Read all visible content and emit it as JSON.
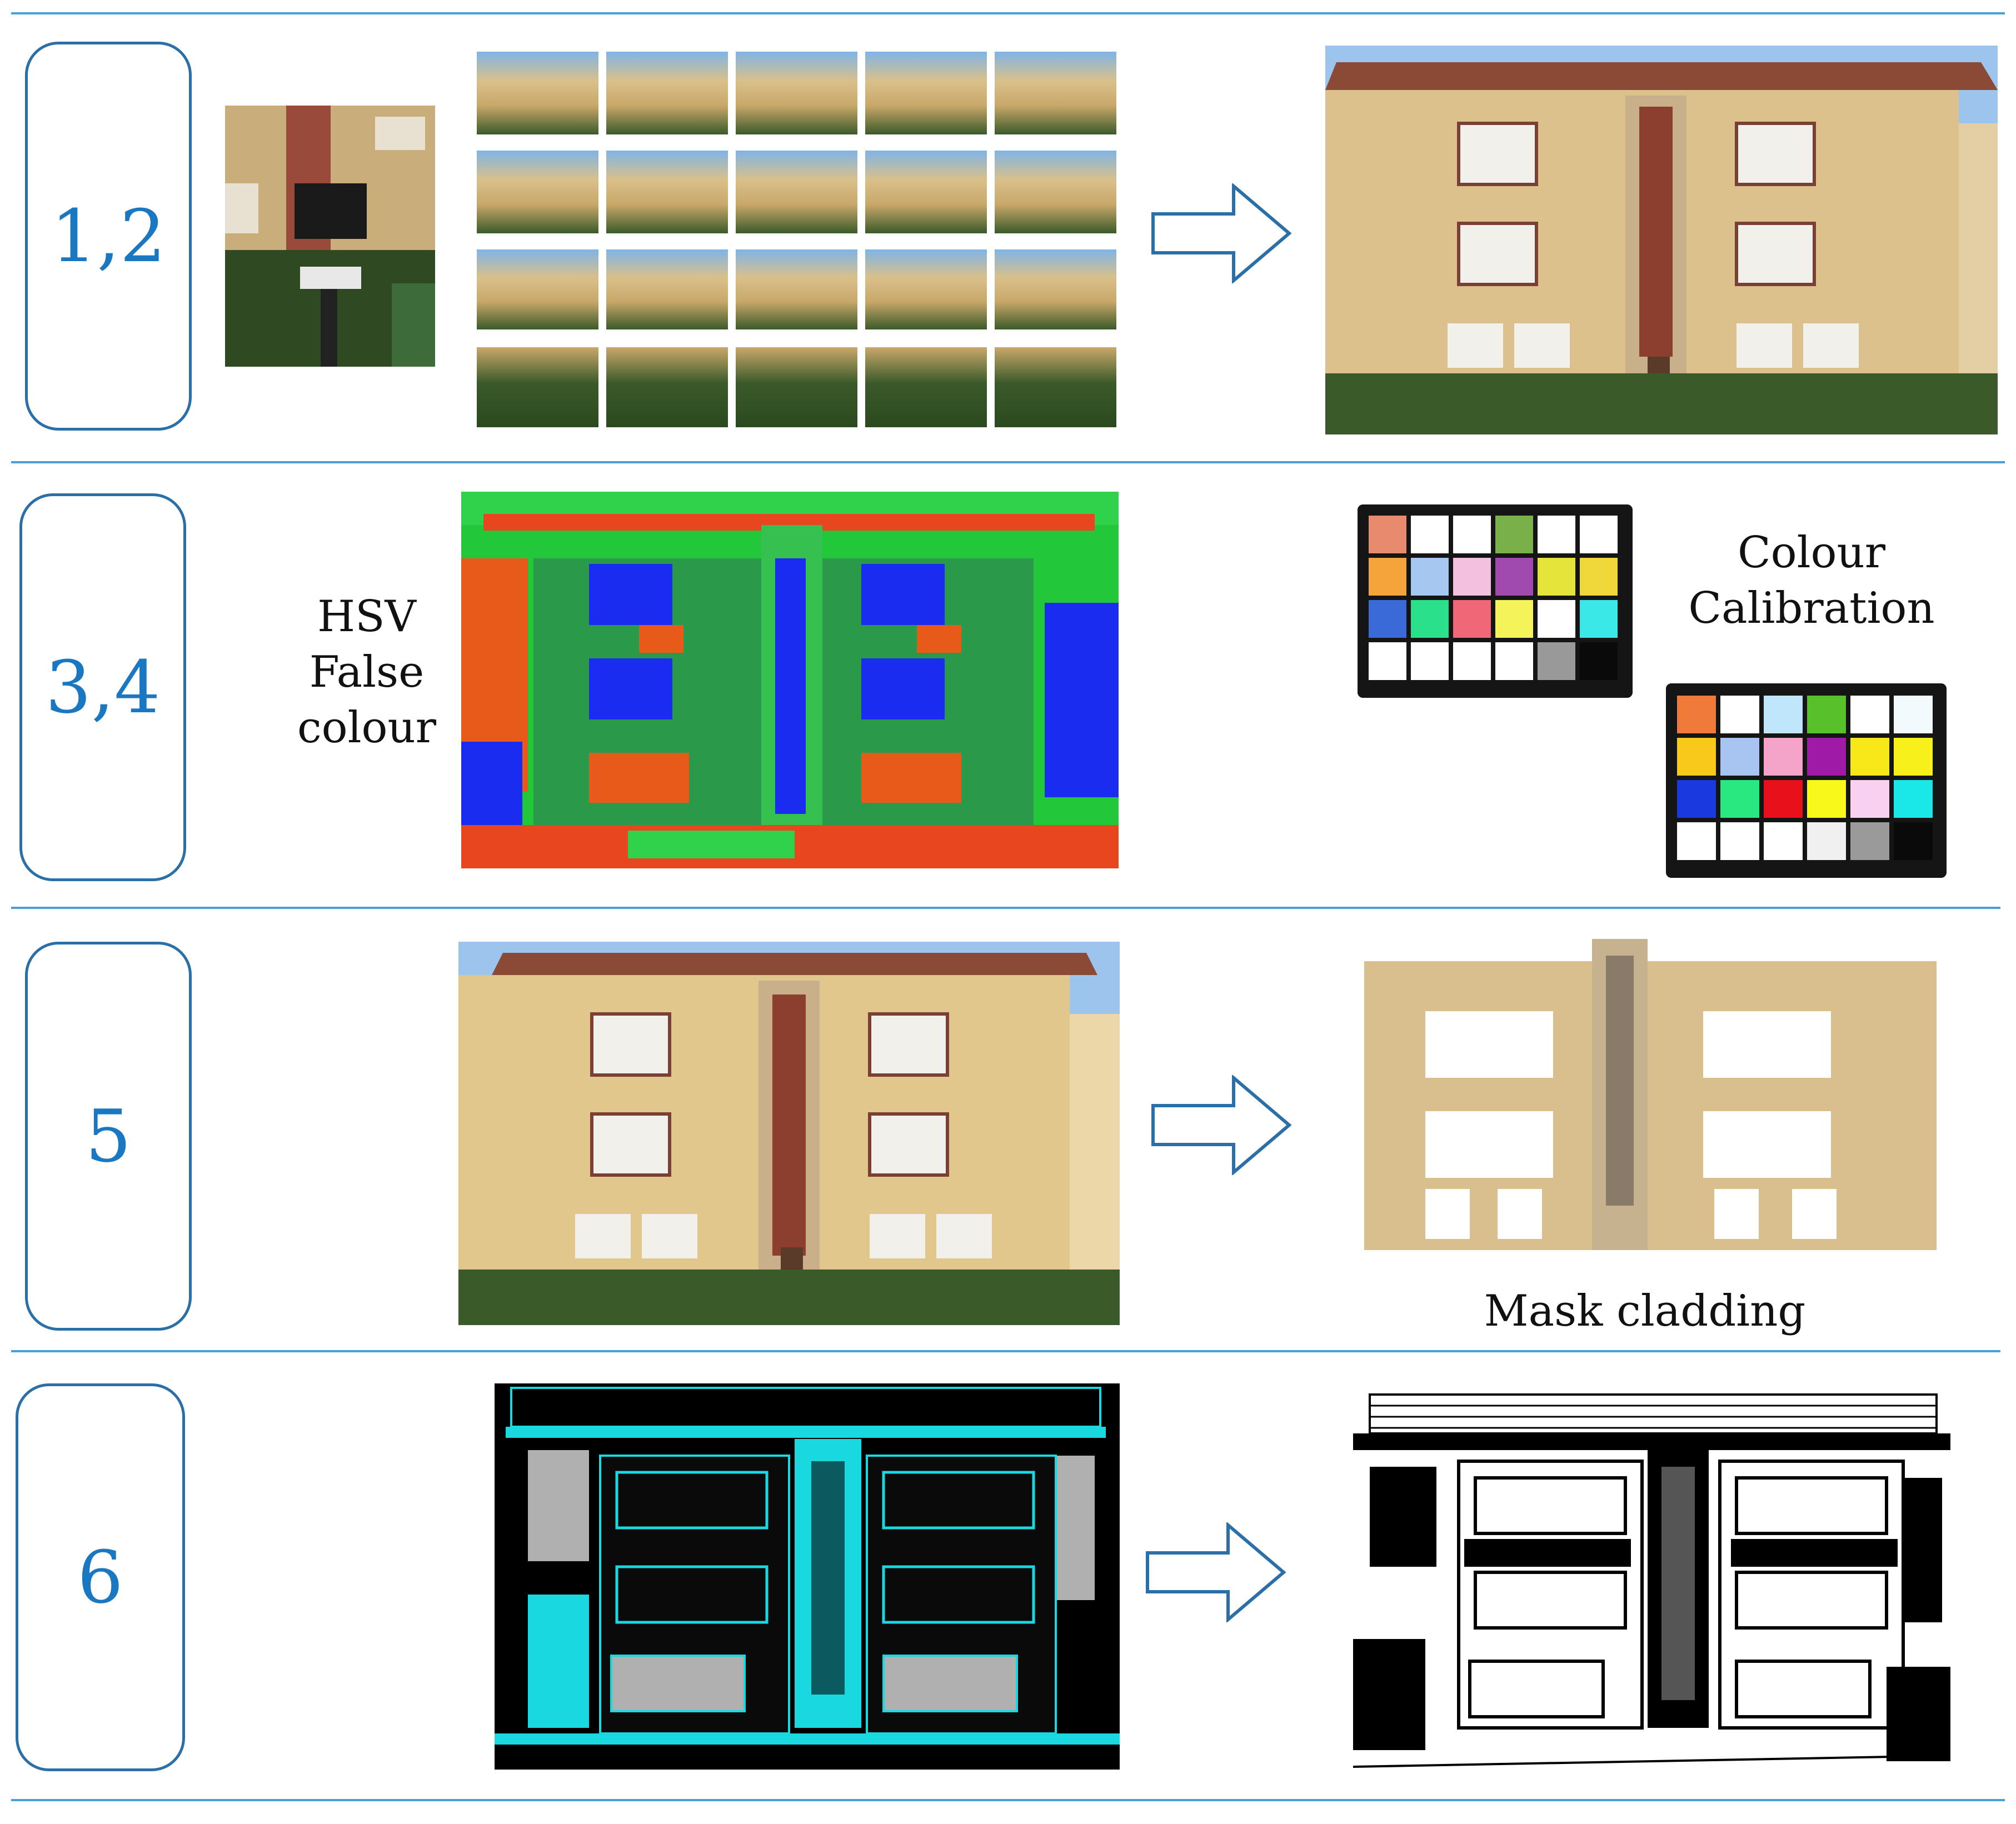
{
  "steps": [
    {
      "label": "1,2"
    },
    {
      "label": "3,4"
    },
    {
      "label": "5"
    },
    {
      "label": "6"
    }
  ],
  "labels": {
    "hsv_line1": "HSV",
    "hsv_line2": "False",
    "hsv_line3": "colour",
    "calib_line1": "Colour",
    "calib_line2": "Calibration",
    "mask": "Mask cladding"
  },
  "colors": {
    "divider": "#4a9fd4",
    "step_border": "#2a6fa8",
    "step_text": "#1a78c2",
    "arrow_stroke": "#2a6fa8"
  },
  "icons": [
    "right-arrow-icon"
  ]
}
